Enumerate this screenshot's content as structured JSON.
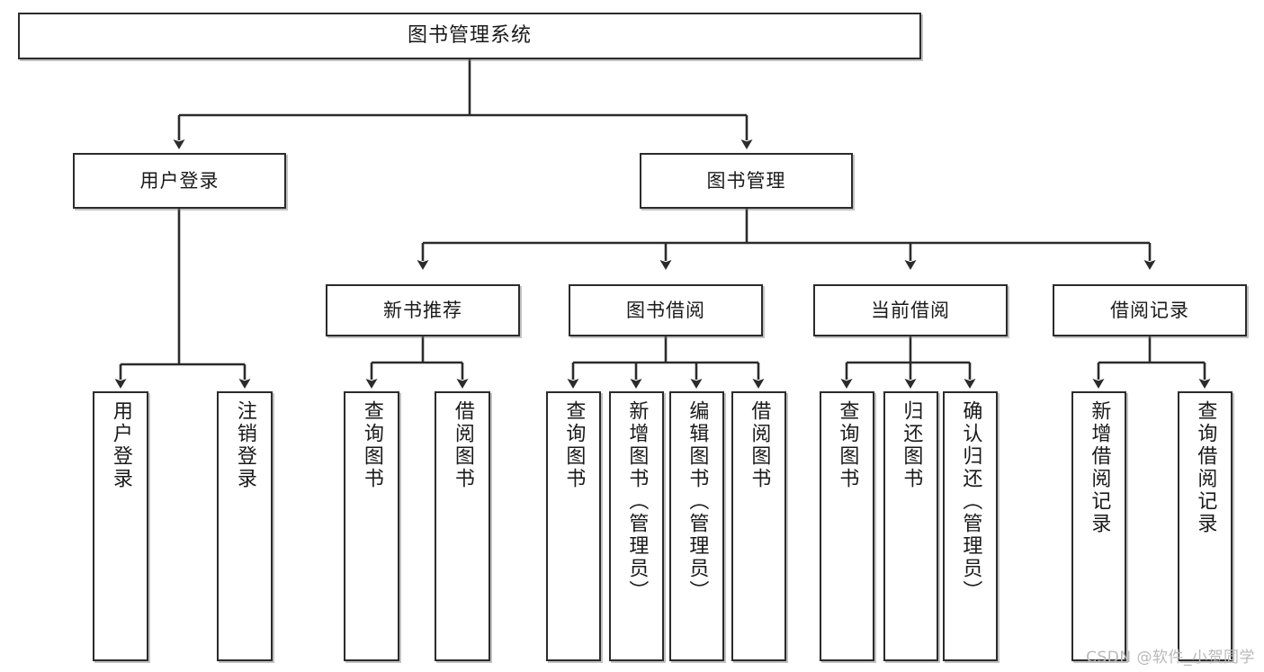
{
  "diagram": {
    "type": "tree-hierarchy",
    "title": "图书管理系统",
    "watermark": "CSDN @软件_小贺同学",
    "colors": {
      "box_border": "#2b2b2b",
      "box_fill": "#ffffff",
      "connector": "#2b2b2b",
      "text": "#1a1a1a",
      "watermark": "#b9b9b9"
    },
    "levels": {
      "root": {
        "label": "图书管理系统"
      },
      "level2": [
        {
          "label": "用户登录"
        },
        {
          "label": "图书管理"
        }
      ],
      "level3": [
        {
          "label": "新书推荐"
        },
        {
          "label": "图书借阅"
        },
        {
          "label": "当前借阅"
        },
        {
          "label": "借阅记录"
        }
      ],
      "leaves": [
        {
          "label": "用户登录",
          "parent": "用户登录"
        },
        {
          "label": "注销登录",
          "parent": "用户登录"
        },
        {
          "label": "查询图书",
          "parent": "新书推荐"
        },
        {
          "label": "借阅图书",
          "parent": "新书推荐"
        },
        {
          "label": "查询图书",
          "parent": "图书借阅"
        },
        {
          "label": "新增图书（管理员）",
          "parent": "图书借阅"
        },
        {
          "label": "编辑图书（管理员）",
          "parent": "图书借阅"
        },
        {
          "label": "借阅图书",
          "parent": "图书借阅"
        },
        {
          "label": "查询图书",
          "parent": "当前借阅"
        },
        {
          "label": "归还图书",
          "parent": "当前借阅"
        },
        {
          "label": "确认归还（管理员）",
          "parent": "当前借阅"
        },
        {
          "label": "新增借阅记录",
          "parent": "借阅记录"
        },
        {
          "label": "查询借阅记录",
          "parent": "借阅记录"
        }
      ]
    }
  }
}
